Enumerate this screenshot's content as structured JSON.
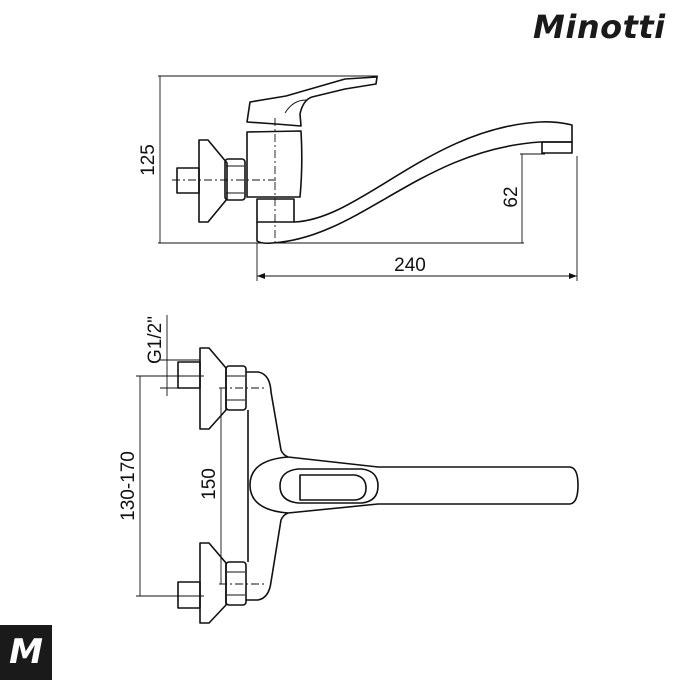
{
  "brand": {
    "name": "Minotti",
    "logo_letter": "M"
  },
  "side_view": {
    "dims": {
      "height": "125",
      "spout_height": "62",
      "reach": "240"
    }
  },
  "top_view": {
    "dims": {
      "thread": "G1/2\"",
      "center_range": "130-170",
      "center": "150"
    }
  }
}
